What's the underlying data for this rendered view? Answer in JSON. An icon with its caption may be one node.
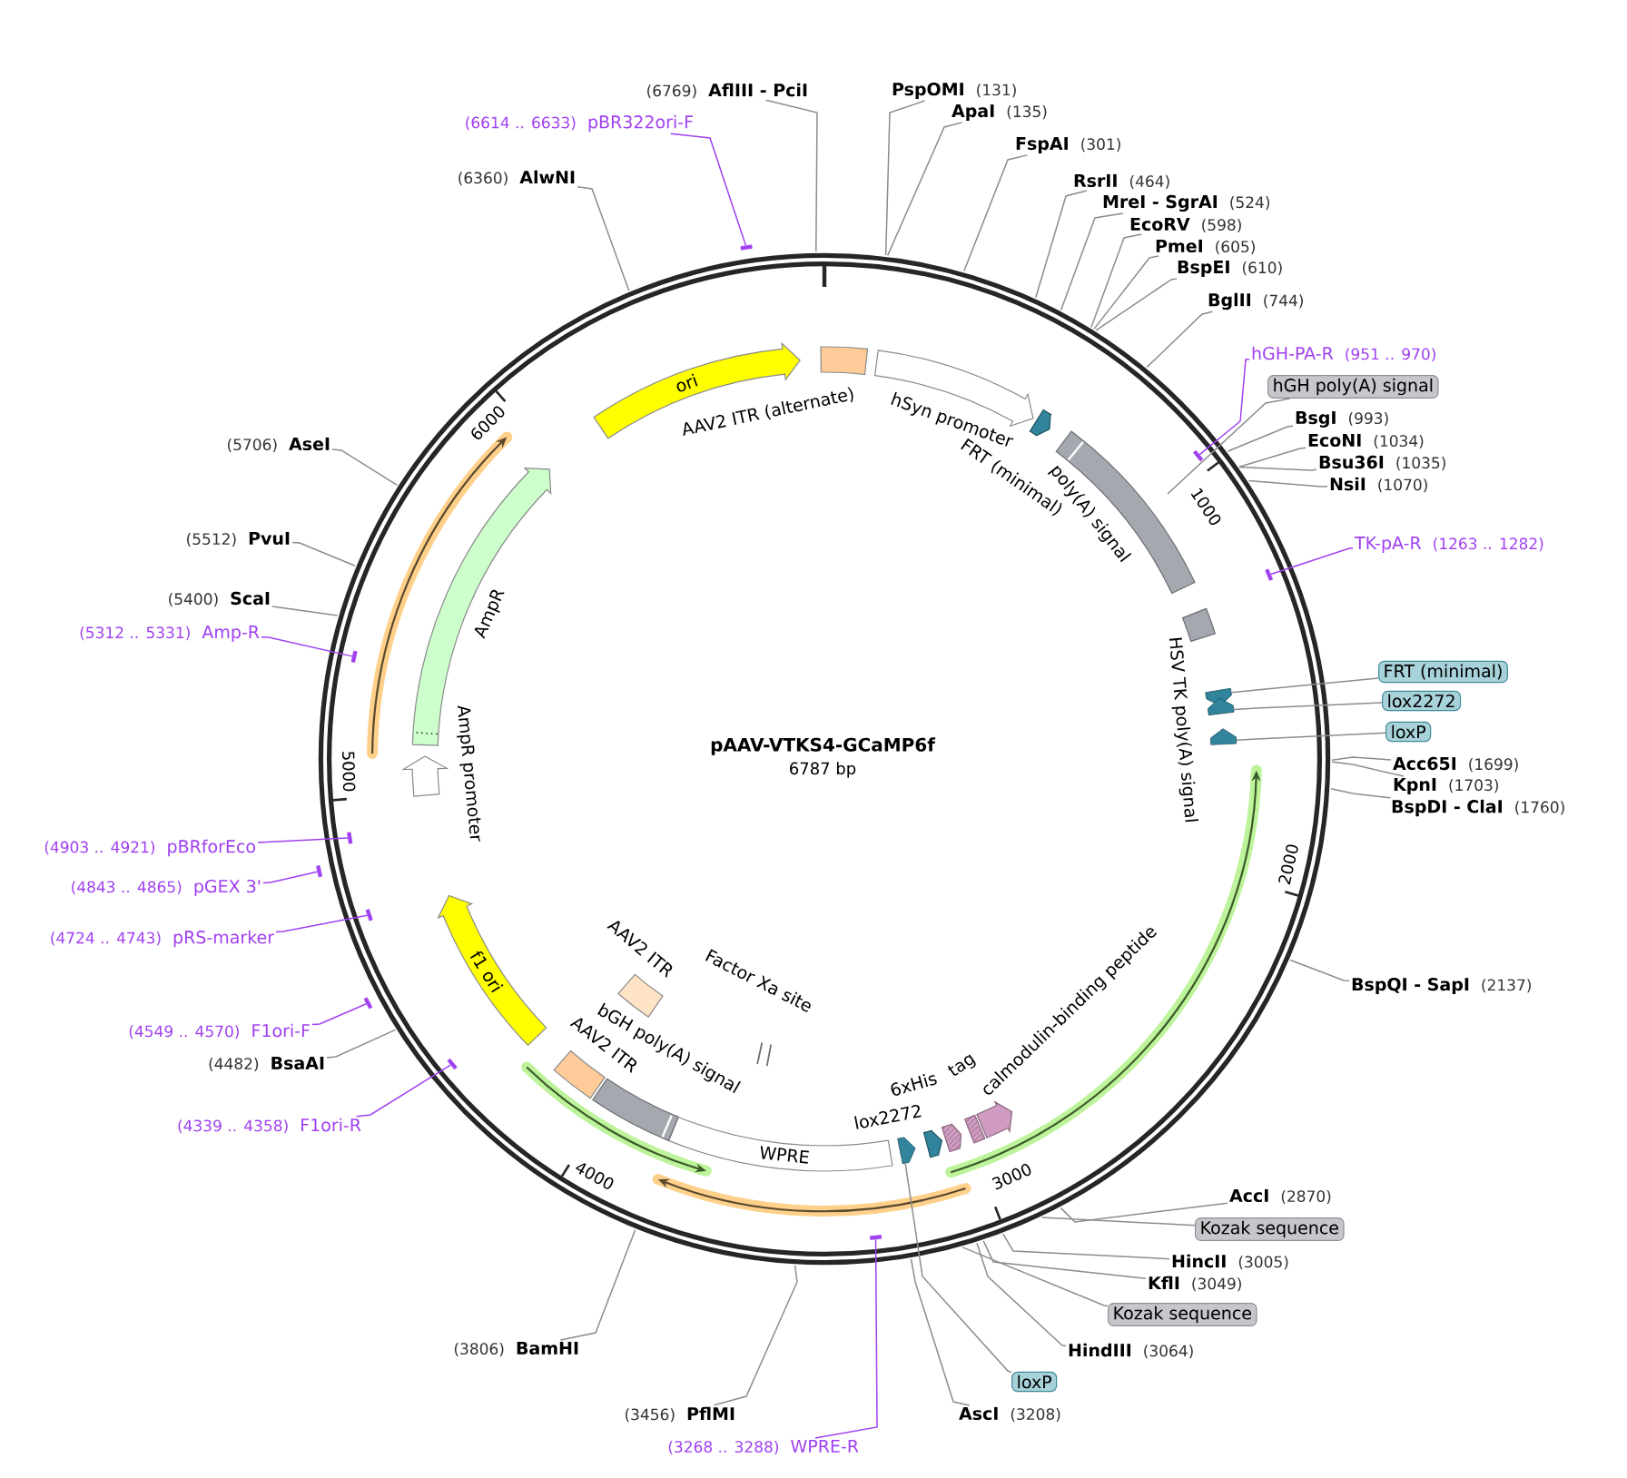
{
  "diagram": {
    "title": "pAAV-VTKS4-GCaMP6f",
    "nodes": [
      {
        "text": [
          "PspOMI",
          "(131)"
        ]
      },
      {
        "text": [
          "ApaI",
          "(135)"
        ]
      },
      {
        "text": [
          "FspAI",
          "(301)"
        ]
      },
      {
        "text": [
          "RsrII",
          "(464)"
        ]
      },
      {
        "text": [
          "MreI - SgrAI",
          "(524)"
        ]
      },
      {
        "text": [
          "EcoRV",
          "(598)"
        ]
      },
      {
        "text": [
          "PmeI",
          "(605)"
        ]
      },
      {
        "text": [
          "BspEI",
          "(610)"
        ]
      },
      {
        "text": [
          "BglII",
          "(744)"
        ]
      },
      {
        "text": [
          "hGH-PA-R",
          "(951 .. 970)"
        ]
      },
      {
        "text": [
          "hGH poly(A) signal"
        ]
      },
      {
        "text": [
          "BsgI",
          "(993)"
        ]
      },
      {
        "text": [
          "EcoNI",
          "(1034)"
        ]
      },
      {
        "text": [
          "Bsu36I",
          "(1035)"
        ]
      },
      {
        "text": [
          "NsiI",
          "(1070)"
        ]
      },
      {
        "text": [
          "TK-pA-R",
          "(1263 .. 1282)"
        ]
      },
      {
        "text": [
          "FRT (minimal)"
        ]
      },
      {
        "text": [
          "lox2272"
        ]
      },
      {
        "text": [
          "loxP"
        ]
      },
      {
        "text": [
          "Acc65I",
          "(1699)"
        ]
      },
      {
        "text": [
          "KpnI",
          "(1703)"
        ]
      },
      {
        "text": [
          "BspDI - ClaI",
          "(1760)"
        ]
      },
      {
        "text": [
          "BspQI - SapI",
          "(2137)"
        ]
      },
      {
        "text": [
          "AccI",
          "(2870)"
        ]
      },
      {
        "text": [
          "Kozak sequence"
        ]
      },
      {
        "text": [
          "HincII",
          "(3005)"
        ]
      },
      {
        "text": [
          "KflI",
          "(3049)"
        ]
      },
      {
        "text": [
          "Kozak sequence"
        ]
      },
      {
        "text": [
          "HindIII",
          "(3064)"
        ]
      },
      {
        "text": [
          "loxP"
        ]
      },
      {
        "text": [
          "AscI",
          "(3208)"
        ]
      },
      {
        "text": [
          "(3268 .. 3288)",
          "WPRE-R"
        ]
      },
      {
        "text": [
          "(3456)",
          "PflMI"
        ]
      },
      {
        "text": [
          "(3806)",
          "BamHI"
        ]
      },
      {
        "text": [
          "(4339 .. 4358)",
          "F1ori-R"
        ]
      },
      {
        "text": [
          "(4482)",
          "BsaAI"
        ]
      },
      {
        "text": [
          "(4549 .. 4570)",
          "F1ori-F"
        ]
      },
      {
        "text": [
          "(4724 .. 4743)",
          "pRS-marker"
        ]
      },
      {
        "text": [
          "(4843 .. 4865)",
          "pGEX 3'"
        ]
      },
      {
        "text": [
          "(4903 .. 4921)",
          "pBRforEco"
        ]
      },
      {
        "text": [
          "(5312 .. 5331)",
          "Amp-R"
        ]
      },
      {
        "text": [
          "(5400)",
          "ScaI"
        ]
      },
      {
        "text": [
          "(5512)",
          "PvuI"
        ]
      },
      {
        "text": [
          "(5706)",
          "AseI"
        ]
      },
      {
        "text": [
          "(6360)",
          "AlwNI"
        ]
      },
      {
        "text": [
          "(6614 .. 6633)",
          "pBR322ori-F"
        ]
      },
      {
        "text": [
          "(6769)",
          "AflIII - PciI"
        ]
      },
      {
        "text": [
          "AAV2 ITR (alternate)"
        ]
      },
      {
        "text": [
          "hSyn promoter"
        ]
      },
      {
        "text": [
          "FRT (minimal)"
        ]
      },
      {
        "text": [
          "poly(A) signal"
        ]
      },
      {
        "text": [
          "HSV TK poly(A) signal"
        ]
      },
      {
        "text": [],
        "shape": "arrow"
      },
      {
        "text": [],
        "shape": "arrow"
      },
      {
        "text": [],
        "shape": "arrow"
      },
      {
        "text": [
          "calmodulin-binding peptide"
        ]
      },
      {
        "text": [
          "tag"
        ]
      },
      {
        "text": [
          "6xHis"
        ]
      },
      {
        "text": [
          "lox2272"
        ]
      },
      {
        "text": [],
        "shape": "arrow"
      },
      {
        "text": [
          "WPRE"
        ]
      },
      {
        "text": [
          "Factor Xa site"
        ]
      },
      {
        "text": [
          "bGH poly(A) signal"
        ]
      },
      {
        "text": [
          "AAV2 ITR"
        ]
      },
      {
        "text": [
          "AAV2 ITR"
        ]
      },
      {
        "text": [
          "f1 ori"
        ]
      },
      {
        "text": [
          "AmpR promoter"
        ]
      },
      {
        "text": [
          "AmpR"
        ]
      },
      {
        "text": [
          "ori"
        ]
      },
      {
        "text": [],
        "shape": "bar"
      },
      {
        "text": [],
        "shape": "bar"
      },
      {
        "text": [],
        "shape": "bar"
      },
      {
        "text": [],
        "shape": "bar"
      },
      {
        "text": [],
        "shape": "bar"
      },
      {
        "text": [],
        "shape": "bar"
      },
      {
        "text": [],
        "shape": "bar"
      },
      {
        "text": [],
        "shape": "bar"
      },
      {
        "text": [],
        "shape": "bar"
      },
      {
        "text": [],
        "shape": "bar"
      }
    ],
    "edges": [
      {
        "from": 0,
        "to": null,
        "arrow": "none"
      },
      {
        "from": 1,
        "to": null,
        "arrow": "none"
      },
      {
        "from": 2,
        "to": null,
        "arrow": "none"
      },
      {
        "from": 3,
        "to": null,
        "arrow": "none"
      },
      {
        "from": 4,
        "to": null,
        "arrow": "none"
      },
      {
        "from": 5,
        "to": null,
        "arrow": "none"
      },
      {
        "from": 6,
        "to": null,
        "arrow": "none"
      },
      {
        "from": 7,
        "to": null,
        "arrow": "none"
      },
      {
        "from": 8,
        "to": null,
        "arrow": "none"
      },
      {
        "from": 9,
        "to": 69,
        "arrow": "none",
        "color": "#a040f0"
      },
      {
        "from": 10,
        "to": null,
        "arrow": "none"
      },
      {
        "from": 11,
        "to": null,
        "arrow": "none"
      },
      {
        "from": 12,
        "to": null,
        "arrow": "none"
      },
      {
        "from": 13,
        "to": null,
        "arrow": "none"
      },
      {
        "from": 14,
        "to": null,
        "arrow": "none"
      },
      {
        "from": 15,
        "to": 70,
        "arrow": "none",
        "color": "#a040f0"
      },
      {
        "from": 16,
        "to": 52,
        "arrow": "none"
      },
      {
        "from": 17,
        "to": 53,
        "arrow": "none"
      },
      {
        "from": 18,
        "to": 54,
        "arrow": "none"
      },
      {
        "from": 19,
        "to": null,
        "arrow": "none"
      },
      {
        "from": 20,
        "to": null,
        "arrow": "none"
      },
      {
        "from": 21,
        "to": null,
        "arrow": "none"
      },
      {
        "from": 22,
        "to": null,
        "arrow": "none"
      },
      {
        "from": 23,
        "to": null,
        "arrow": "none"
      },
      {
        "from": 24,
        "to": null,
        "arrow": "none"
      },
      {
        "from": 25,
        "to": null,
        "arrow": "none"
      },
      {
        "from": 26,
        "to": null,
        "arrow": "none"
      },
      {
        "from": 27,
        "to": null,
        "arrow": "none"
      },
      {
        "from": 28,
        "to": null,
        "arrow": "none"
      },
      {
        "from": 29,
        "to": 59,
        "arrow": "none"
      },
      {
        "from": 30,
        "to": null,
        "arrow": "none"
      },
      {
        "from": 31,
        "to": 71,
        "arrow": "none",
        "color": "#a040f0"
      },
      {
        "from": 32,
        "to": null,
        "arrow": "none"
      },
      {
        "from": 33,
        "to": null,
        "arrow": "none"
      },
      {
        "from": 34,
        "to": 72,
        "arrow": "none",
        "color": "#a040f0"
      },
      {
        "from": 35,
        "to": null,
        "arrow": "none"
      },
      {
        "from": 36,
        "to": 73,
        "arrow": "none",
        "color": "#a040f0"
      },
      {
        "from": 37,
        "to": 74,
        "arrow": "none",
        "color": "#a040f0"
      },
      {
        "from": 38,
        "to": 75,
        "arrow": "none",
        "color": "#a040f0"
      },
      {
        "from": 39,
        "to": 76,
        "arrow": "none",
        "color": "#a040f0"
      },
      {
        "from": 40,
        "to": 77,
        "arrow": "none",
        "color": "#a040f0"
      },
      {
        "from": 41,
        "to": null,
        "arrow": "none"
      },
      {
        "from": 42,
        "to": null,
        "arrow": "none"
      },
      {
        "from": 43,
        "to": null,
        "arrow": "none"
      },
      {
        "from": 44,
        "to": null,
        "arrow": "none"
      },
      {
        "from": 45,
        "to": 78,
        "arrow": "none",
        "color": "#a040f0"
      },
      {
        "from": 46,
        "to": null,
        "arrow": "none"
      }
    ],
    "labels": [
      "6787 bp",
      "1000",
      "2000",
      "3000",
      "4000",
      "5000",
      "6000"
    ]
  }
}
